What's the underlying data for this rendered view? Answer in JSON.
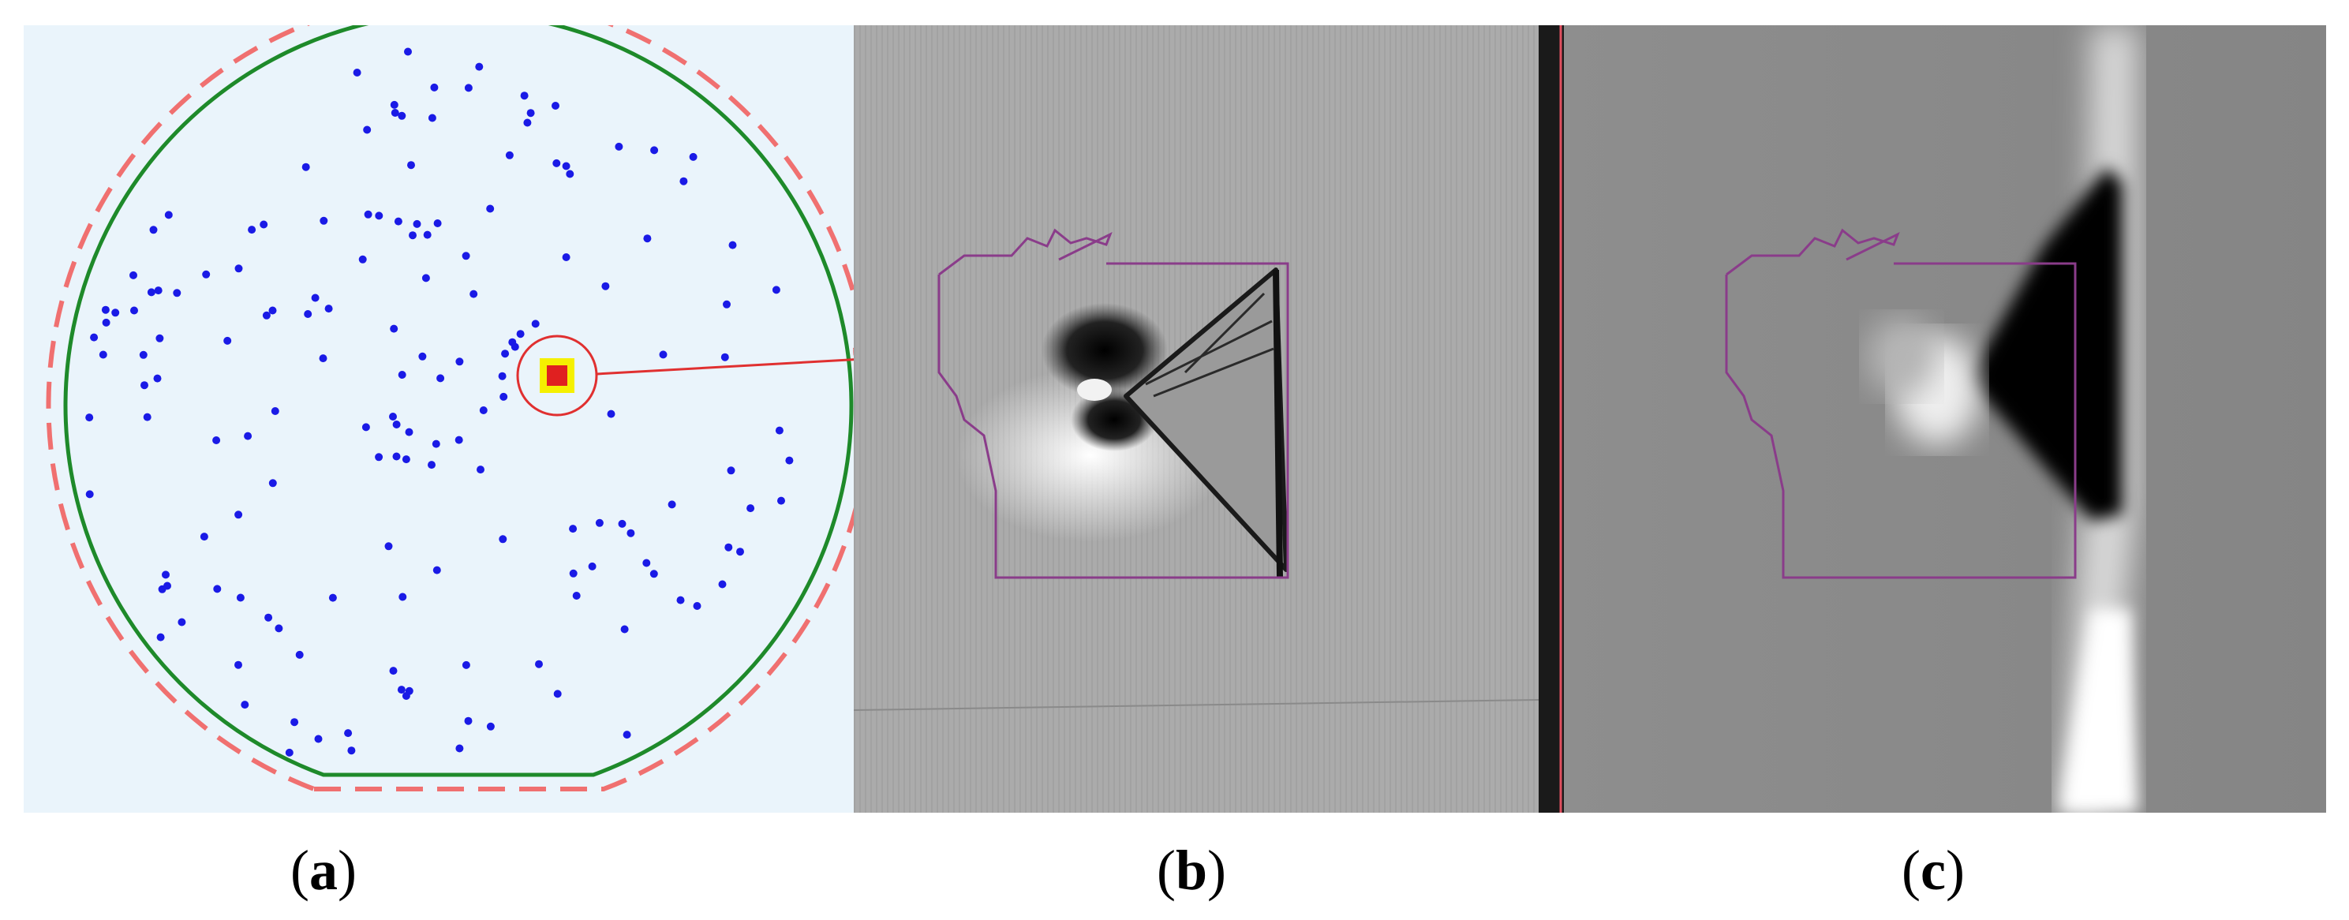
{
  "captions": {
    "a": {
      "open": "(",
      "letter": "a",
      "close": ")"
    },
    "b": {
      "open": "(",
      "letter": "b",
      "close": ")"
    },
    "c": {
      "open": "(",
      "letter": "c",
      "close": ")"
    }
  },
  "colors": {
    "wafer_outline": "#1e8a2a",
    "boundary_dashed": "#f07070",
    "defect_points": "#1a1ae6",
    "highlight_ring": "#e03030",
    "highlight_core": "#e02020",
    "highlight_glow": "#f5f000",
    "arrow": "#e03030",
    "region_outline": "#8a3c8a"
  },
  "icons": {
    "panel_a": "wafer-defect-map",
    "panel_b": "defect-microscope-image",
    "panel_c": "defect-blurred-image"
  }
}
